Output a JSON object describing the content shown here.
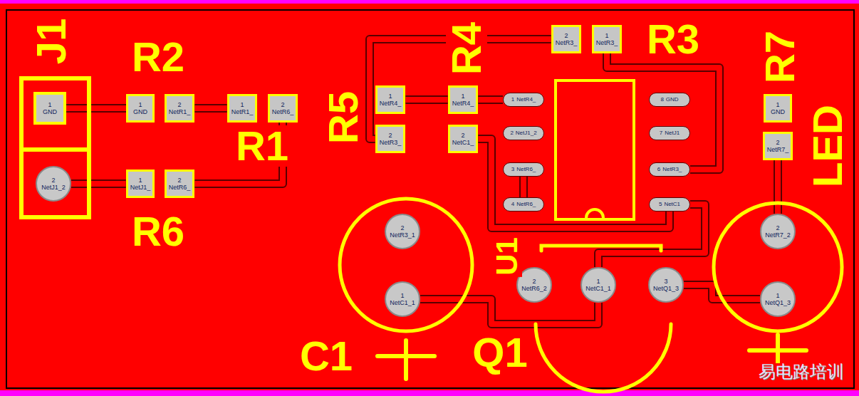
{
  "diagram": {
    "nodes": [
      {
        "text": [
          "1",
          "GND"
        ]
      },
      {
        "text": [
          "2",
          "NetJ1_2"
        ]
      },
      {
        "text": [
          "1",
          "GND"
        ]
      },
      {
        "text": [
          "2",
          "NetR1_"
        ]
      },
      {
        "text": [
          "1",
          "NetR1_"
        ]
      },
      {
        "text": [
          "2",
          "NetR6_"
        ]
      },
      {
        "text": [
          "1",
          "NetJ1_"
        ]
      },
      {
        "text": [
          "2",
          "NetR6_"
        ]
      },
      {
        "text": [
          "1",
          "NetR4_"
        ]
      },
      {
        "text": [
          "2",
          "NetR3_"
        ]
      },
      {
        "text": [
          "1",
          "NetR4_"
        ]
      },
      {
        "text": [
          "2",
          "NetC1_"
        ]
      },
      {
        "text": [
          "2",
          "NetR3_"
        ]
      },
      {
        "text": [
          "1",
          "NetR3_"
        ]
      },
      {
        "text": [
          "1",
          "NetR4_"
        ]
      },
      {
        "text": [
          "2",
          "NetJ1_2"
        ]
      },
      {
        "text": [
          "3",
          "NetR6_"
        ]
      },
      {
        "text": [
          "4",
          "NetR6_"
        ]
      },
      {
        "text": [
          "8",
          "GND"
        ]
      },
      {
        "text": [
          "7",
          "NetJ1"
        ]
      },
      {
        "text": [
          "6",
          "NetR3_"
        ]
      },
      {
        "text": [
          "5",
          "NetC1"
        ]
      },
      {
        "text": [
          "1",
          "GND"
        ]
      },
      {
        "text": [
          "2",
          "NetR7_"
        ]
      },
      {
        "text": [
          "2",
          "NetR3_1"
        ]
      },
      {
        "text": [
          "1",
          "NetC1_1"
        ]
      },
      {
        "text": [
          "2",
          "NetR6_2"
        ]
      },
      {
        "text": [
          "1",
          "NetC1_1"
        ]
      },
      {
        "text": [
          "3",
          "NetQ1_3"
        ]
      },
      {
        "text": [
          "2",
          "NetR7_2"
        ]
      },
      {
        "text": [
          "1",
          "NetQ1_3"
        ]
      }
    ],
    "edges": [
      {
        "from": 0,
        "to": 2,
        "arrow": "none"
      },
      {
        "from": 3,
        "to": 4,
        "arrow": "none"
      },
      {
        "from": 1,
        "to": 6,
        "arrow": "none"
      },
      {
        "from": 7,
        "to": 5,
        "arrow": "none"
      },
      {
        "from": 8,
        "to": 10,
        "arrow": "none"
      },
      {
        "from": 10,
        "to": 14,
        "arrow": "none"
      },
      {
        "from": 9,
        "to": 12,
        "arrow": "none"
      },
      {
        "from": 13,
        "to": 20,
        "arrow": "none"
      },
      {
        "from": 23,
        "to": 29,
        "arrow": "none"
      },
      {
        "from": 30,
        "to": 28,
        "arrow": "none"
      },
      {
        "from": 25,
        "to": 27,
        "arrow": "none"
      },
      {
        "from": 11,
        "to": 21,
        "arrow": "none"
      },
      {
        "from": 21,
        "to": 27,
        "arrow": "none"
      },
      {
        "from": 16,
        "to": 17,
        "arrow": "none"
      }
    ],
    "labels": [
      "J1",
      "R2",
      "R1",
      "R6",
      "R5",
      "R4",
      "R3",
      "R7",
      "LED",
      "C1",
      "Q1",
      "U1",
      "易电路培训"
    ]
  }
}
